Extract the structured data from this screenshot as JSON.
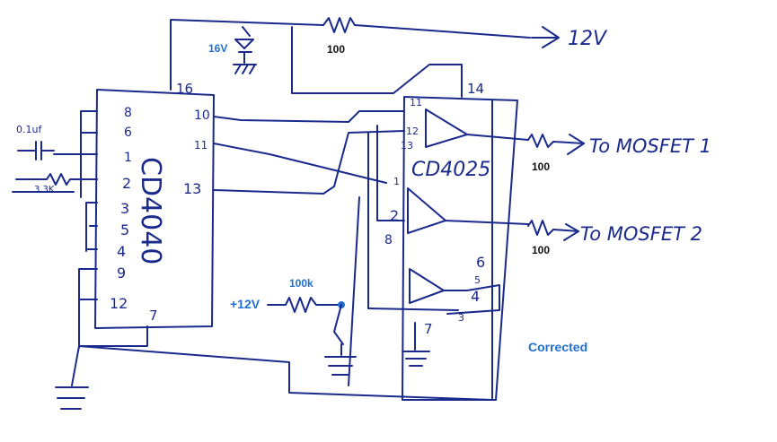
{
  "colors": {
    "ink": "#1a2a8c",
    "annotation": "#1f6fd1",
    "label": "#111111",
    "bg": "#ffffff"
  },
  "diagram": {
    "supply_label": "12V",
    "zener_label": "16V",
    "resistor_top_label": "100",
    "cap_label": "0.1uf",
    "res_small_label": "3.3K",
    "chip_left": {
      "name": "CD4040",
      "pin_vdd": "16",
      "pin_vss": "7",
      "pins_left": [
        "8",
        "6",
        "1",
        "2",
        "3",
        "5",
        "4",
        "9",
        "12"
      ],
      "pins_right": [
        "10",
        "11",
        "13"
      ]
    },
    "chip_right": {
      "name": "CD4025",
      "pin_vdd": "14",
      "pin_vss": "7",
      "pins_gate1": [
        "11",
        "12",
        "13"
      ],
      "pins_gate2": [
        "1",
        "2",
        "8"
      ],
      "pins_gate3": [
        "6",
        "5",
        "4",
        "3"
      ]
    },
    "pullup_supply": "+12V",
    "pullup_value": "100k",
    "mosfet_r1": "100",
    "mosfet_r2": "100",
    "out1": "To MOSFET 1",
    "out2": "To MOSFET 2",
    "note": "Corrected"
  }
}
